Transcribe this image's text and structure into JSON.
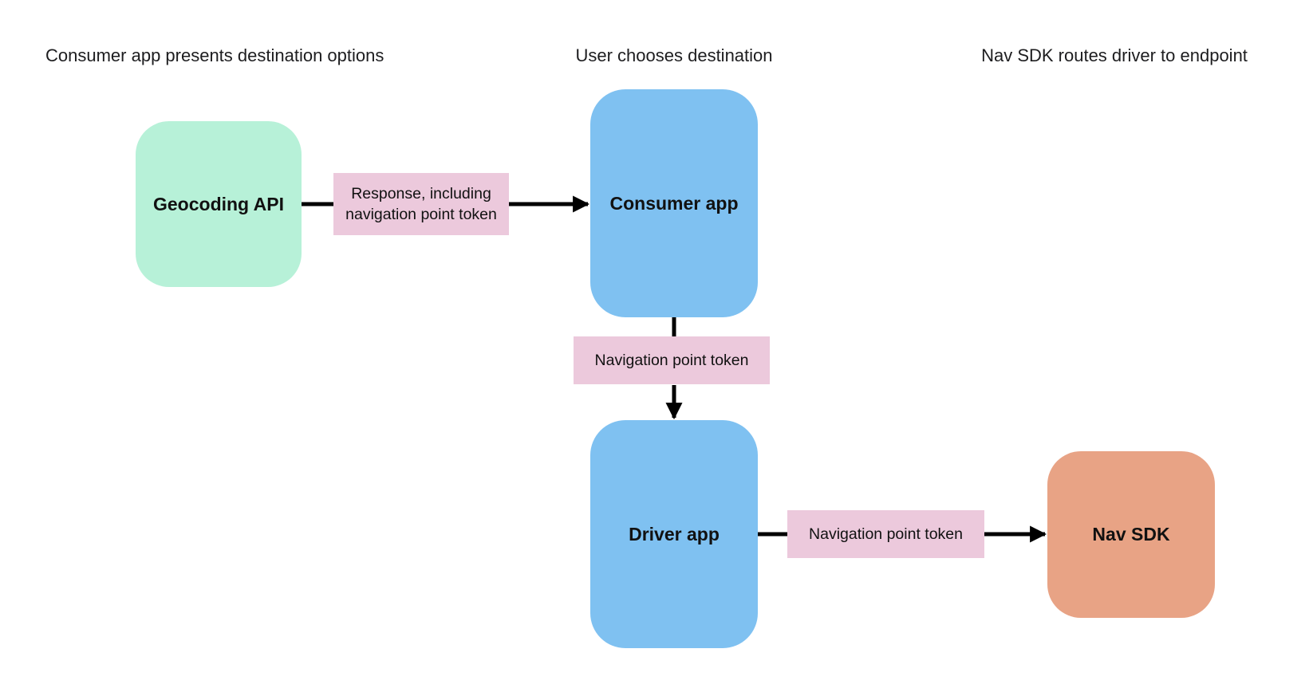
{
  "headings": [
    {
      "text": "Consumer app presents destination options"
    },
    {
      "text": "User chooses destination"
    },
    {
      "text": "Nav SDK routes driver to endpoint"
    }
  ],
  "nodes": {
    "geocoding_api": {
      "label": "Geocoding API",
      "fill": "#b7f1d8"
    },
    "consumer_app": {
      "label": "Consumer app",
      "fill": "#7fc1f1"
    },
    "driver_app": {
      "label": "Driver app",
      "fill": "#7fc1f1"
    },
    "nav_sdk": {
      "label": "Nav SDK",
      "fill": "#e8a385"
    }
  },
  "edge_labels": {
    "response_token": "Response, including navigation point token",
    "nav_point_token_1": "Navigation point token",
    "nav_point_token_2": "Navigation point token"
  },
  "colors": {
    "background": "#ffffff",
    "edge_label_bg": "#ecc9dc",
    "connector": "#000000",
    "text": "#1d1d1f"
  }
}
